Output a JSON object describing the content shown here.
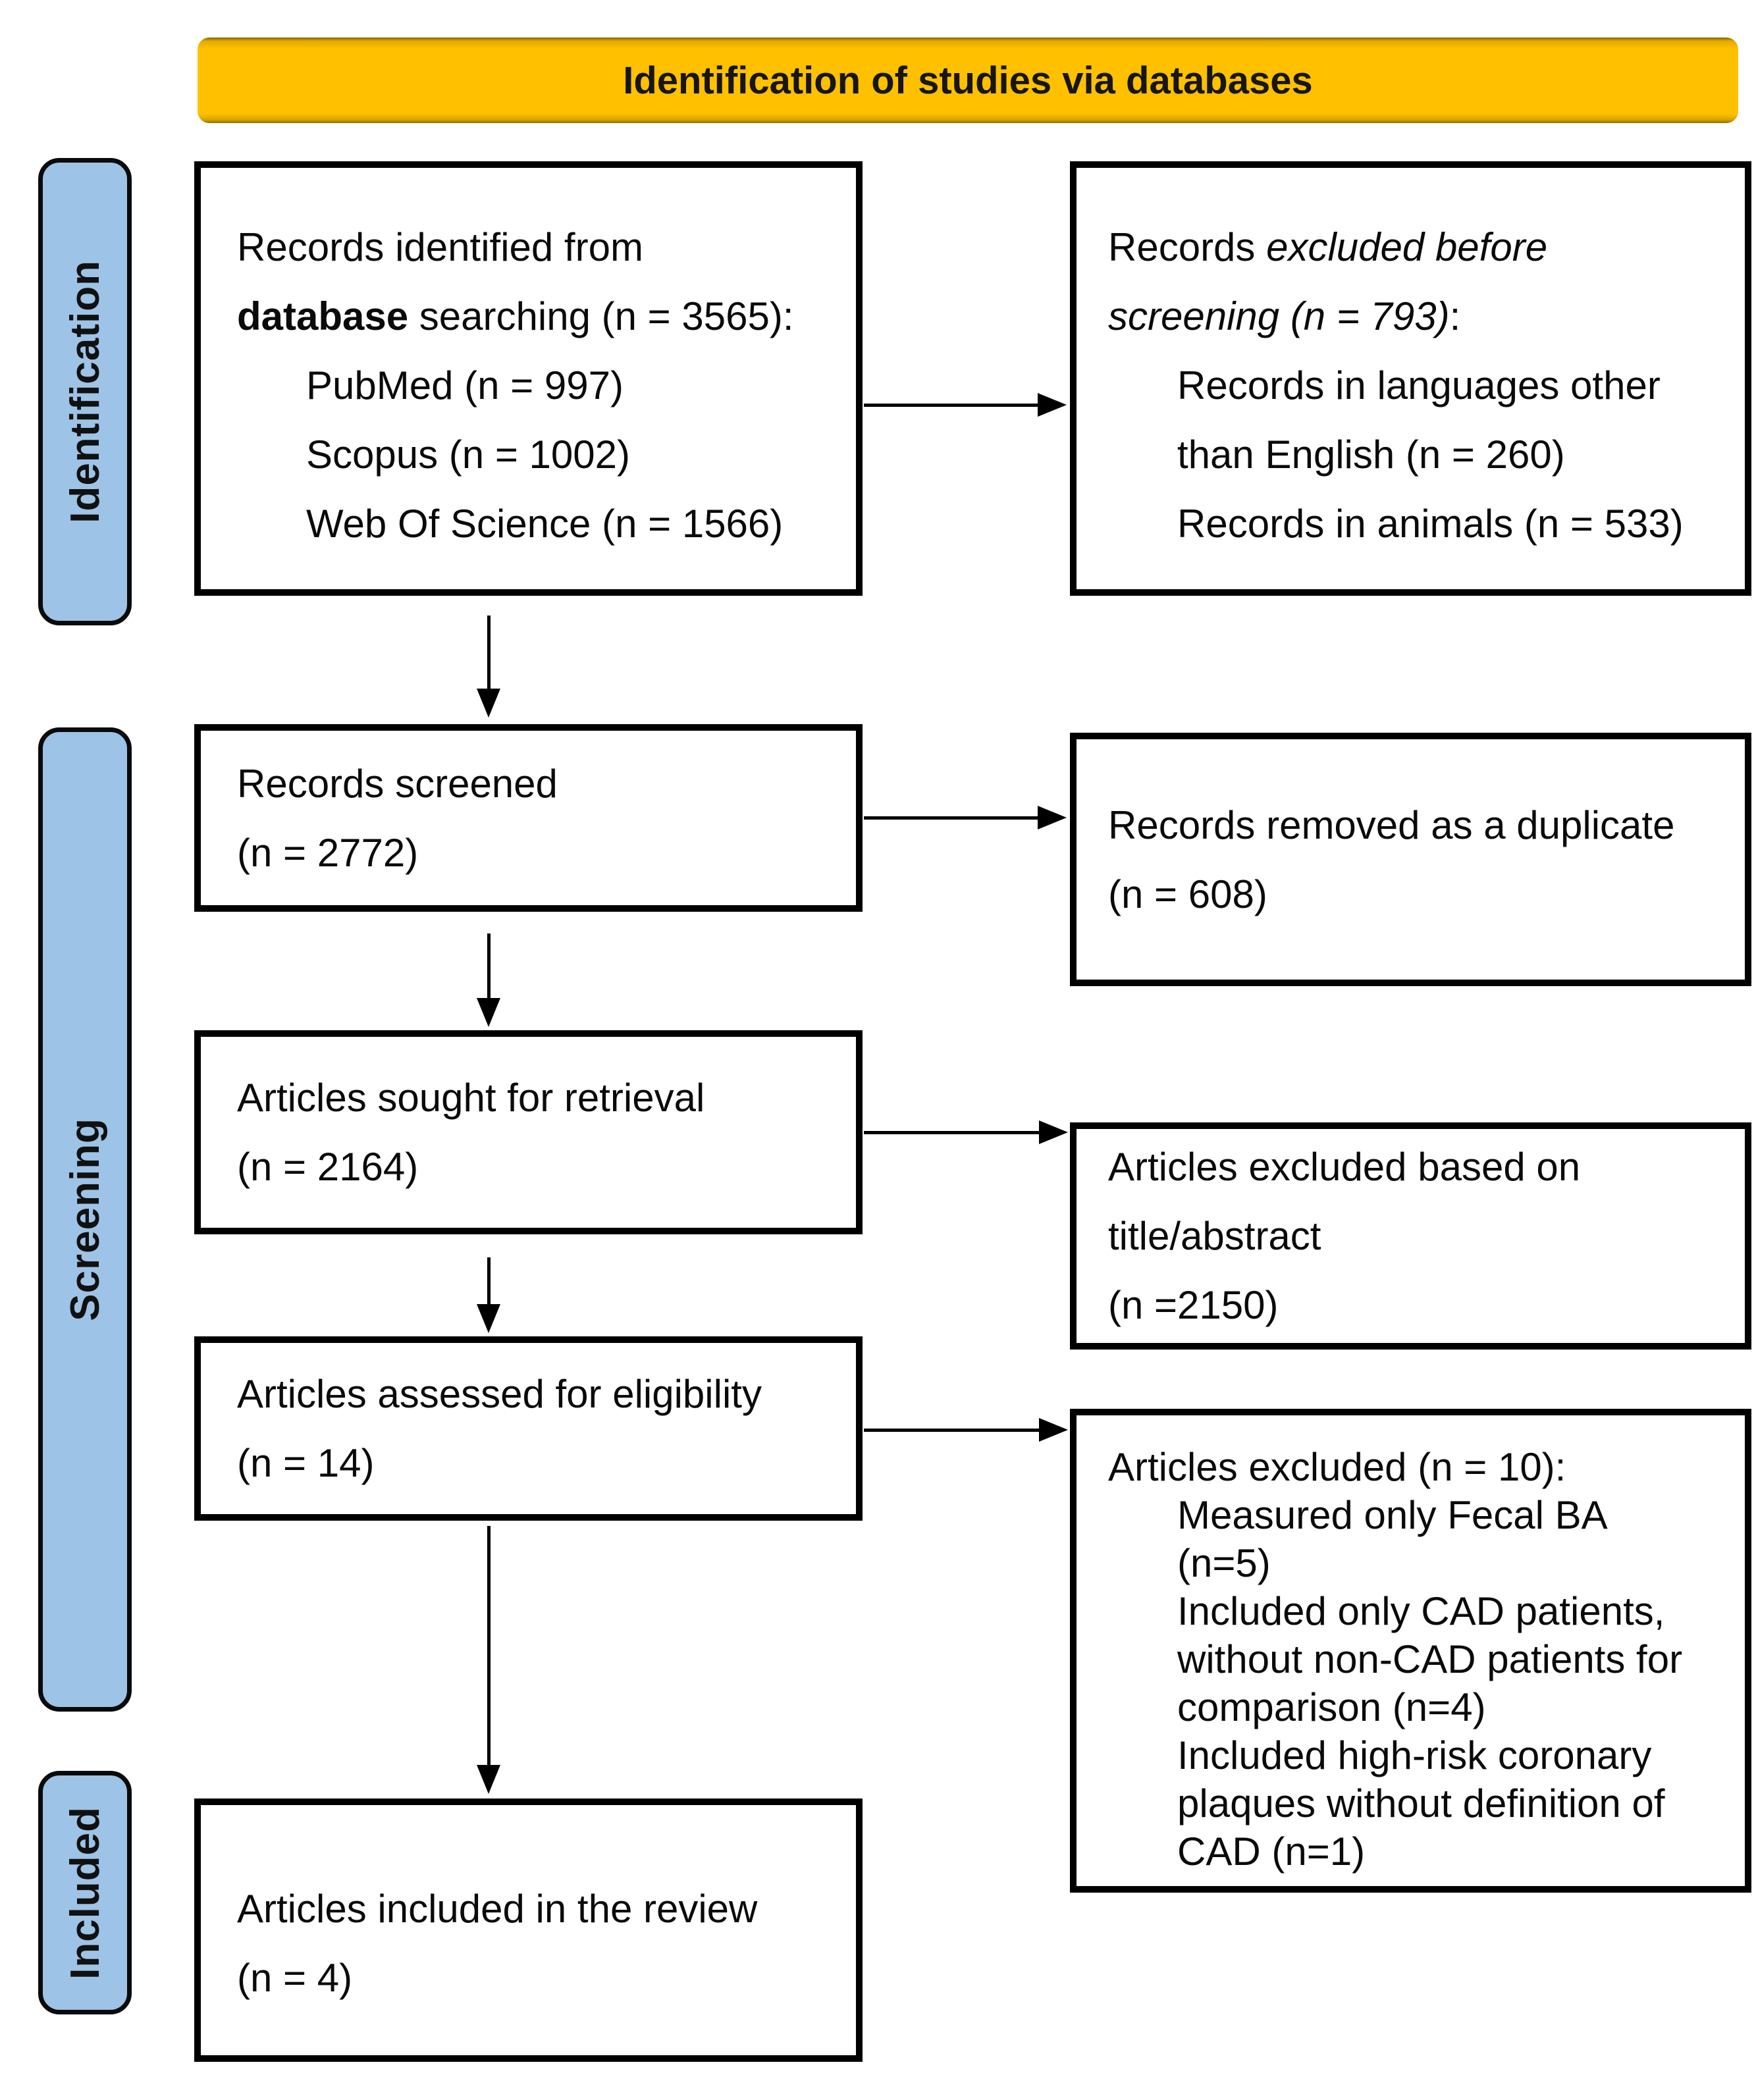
{
  "colors": {
    "banner_bg": "#FFC000",
    "sidebar_bg": "#9DC3E6",
    "box_border": "#000000"
  },
  "banner": {
    "title": "Identification of studies via databases"
  },
  "sidebar": {
    "items": [
      {
        "label": "Identification"
      },
      {
        "label": "Screening"
      },
      {
        "label": "Included"
      }
    ]
  },
  "flow": {
    "records_identified": {
      "lines": [
        {
          "seg": [
            {
              "t": "Records identified from"
            }
          ]
        },
        {
          "seg": [
            {
              "t": "database",
              "b": true
            },
            {
              "t": " searching (n = 3565):"
            }
          ]
        },
        {
          "indent": true,
          "seg": [
            {
              "t": "PubMed (n = 997)"
            }
          ]
        },
        {
          "indent": true,
          "seg": [
            {
              "t": "Scopus (n = 1002)"
            }
          ]
        },
        {
          "indent": true,
          "seg": [
            {
              "t": "Web Of Science (n = 1566)"
            }
          ]
        }
      ]
    },
    "records_excluded_before_screening": {
      "lines": [
        {
          "seg": [
            {
              "t": "Records "
            },
            {
              "t": "excluded before",
              "i": true
            }
          ]
        },
        {
          "seg": [
            {
              "t": "screening (n = 793)",
              "i": true
            },
            {
              "t": ":"
            }
          ]
        },
        {
          "indent": true,
          "seg": [
            {
              "t": "Records in languages other"
            }
          ]
        },
        {
          "indent": true,
          "seg": [
            {
              "t": "than English (n = 260)"
            }
          ]
        },
        {
          "indent": true,
          "seg": [
            {
              "t": "Records in animals (n = 533)"
            }
          ]
        }
      ]
    },
    "records_screened": {
      "lines": [
        {
          "seg": [
            {
              "t": "Records screened"
            }
          ]
        },
        {
          "seg": [
            {
              "t": "(n = 2772)"
            }
          ]
        }
      ]
    },
    "records_removed_duplicate": {
      "lines": [
        {
          "seg": [
            {
              "t": "Records removed as a duplicate"
            }
          ]
        },
        {
          "seg": [
            {
              "t": "(n = 608)"
            }
          ]
        }
      ]
    },
    "articles_sought": {
      "lines": [
        {
          "seg": [
            {
              "t": "Articles sought for retrieval"
            }
          ]
        },
        {
          "seg": [
            {
              "t": "(n = 2164)"
            }
          ]
        }
      ]
    },
    "articles_excluded_title_abstract": {
      "lines": [
        {
          "seg": [
            {
              "t": "Articles excluded based on"
            }
          ]
        },
        {
          "seg": [
            {
              "t": "title/abstract"
            }
          ]
        },
        {
          "seg": [
            {
              "t": "(n =2150)"
            }
          ]
        }
      ]
    },
    "articles_assessed": {
      "lines": [
        {
          "seg": [
            {
              "t": "Articles assessed for eligibility"
            }
          ]
        },
        {
          "seg": [
            {
              "t": "(n = 14)"
            }
          ]
        }
      ]
    },
    "articles_excluded_full": {
      "lines": [
        {
          "seg": [
            {
              "t": "Articles excluded (n = 10):"
            }
          ]
        },
        {
          "indent": true,
          "seg": [
            {
              "t": "Measured only Fecal BA"
            }
          ]
        },
        {
          "indent": true,
          "seg": [
            {
              "t": "(n=5)"
            }
          ]
        },
        {
          "indent": true,
          "seg": [
            {
              "t": "Included only CAD patients,"
            }
          ]
        },
        {
          "indent": true,
          "seg": [
            {
              "t": "without non-CAD patients for"
            }
          ]
        },
        {
          "indent": true,
          "seg": [
            {
              "t": "comparison (n=4)"
            }
          ]
        },
        {
          "indent": true,
          "seg": [
            {
              "t": "Included high-risk coronary"
            }
          ]
        },
        {
          "indent": true,
          "seg": [
            {
              "t": "plaques without definition of"
            }
          ]
        },
        {
          "indent": true,
          "seg": [
            {
              "t": "CAD (n=1)"
            }
          ]
        }
      ]
    },
    "articles_included": {
      "lines": [
        {
          "seg": [
            {
              "t": "Articles included in the review"
            }
          ]
        },
        {
          "seg": [
            {
              "t": "(n = 4)"
            }
          ]
        }
      ]
    }
  }
}
